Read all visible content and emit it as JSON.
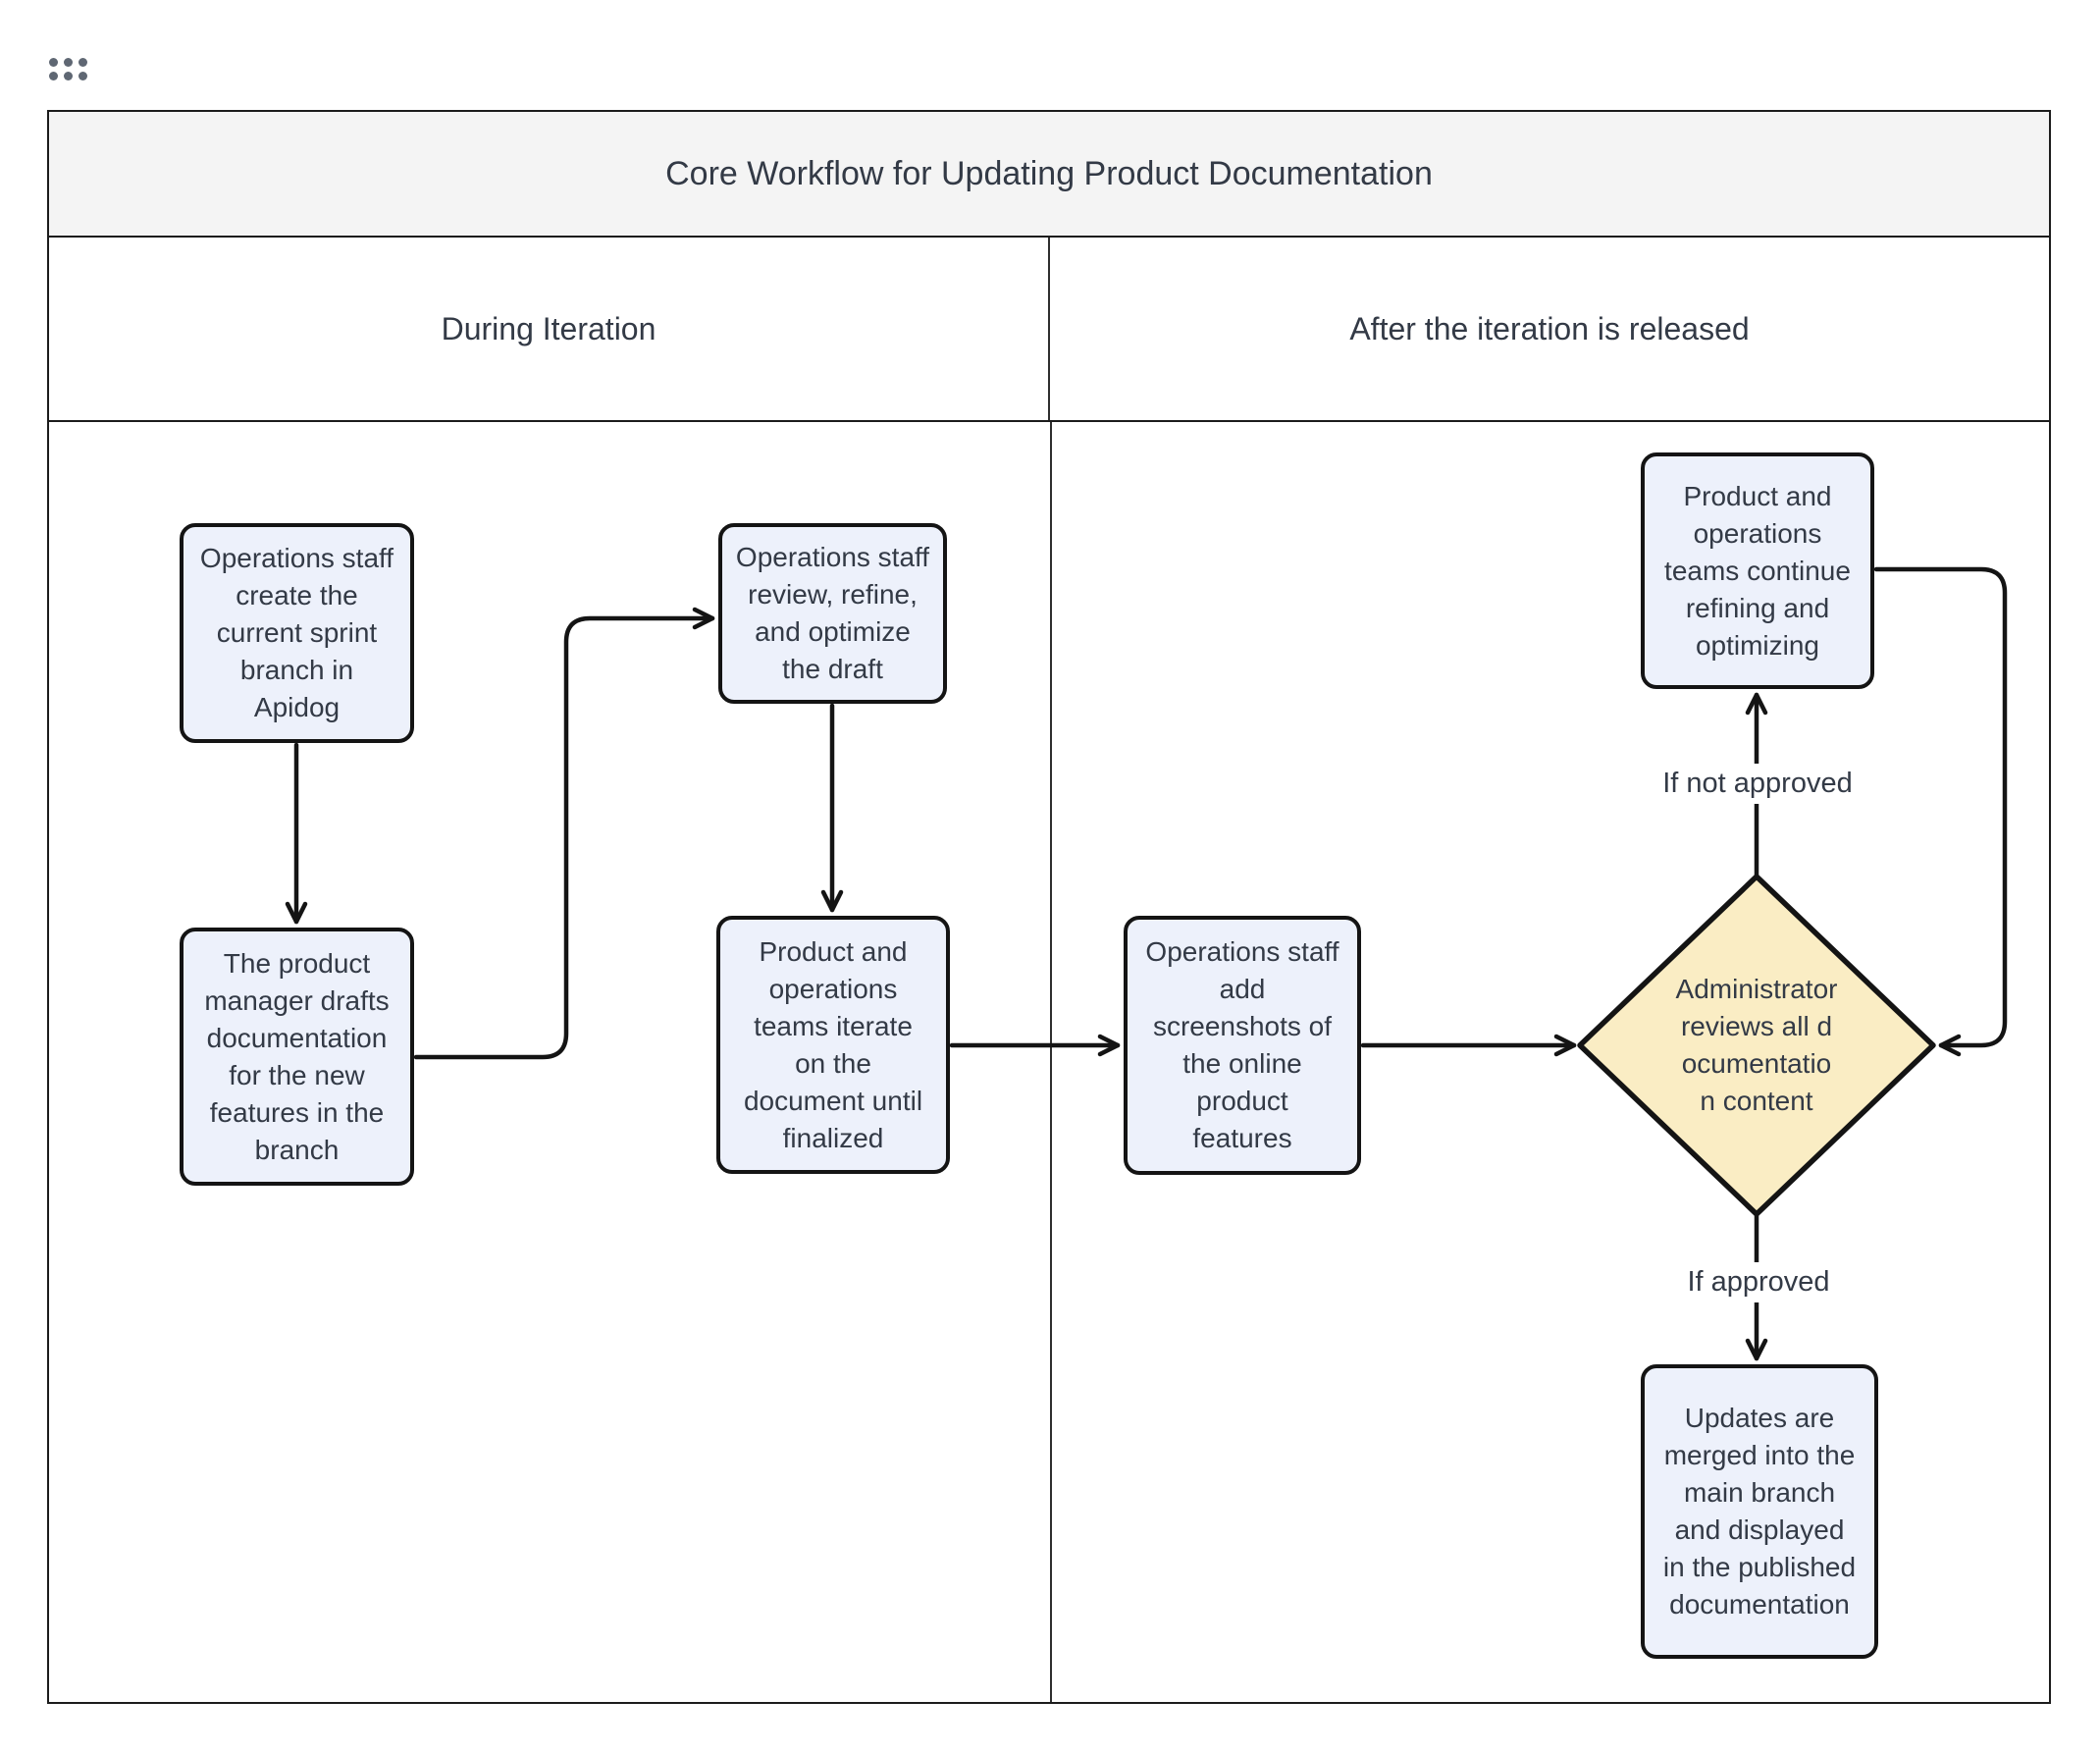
{
  "window": {
    "drag_handle_icon": "six-dot-drag-handle"
  },
  "diagram": {
    "title": "Core Workflow for Updating Product Documentation",
    "lanes": [
      {
        "label": "During Iteration"
      },
      {
        "label": "After the iteration is released"
      }
    ],
    "nodes": {
      "create_branch": {
        "type": "process",
        "label": "Operations staff\ncreate the\ncurrent sprint\nbranch in\nApidog"
      },
      "draft_docs": {
        "type": "process",
        "label": "The product\nmanager drafts\ndocumentation\nfor the new\nfeatures in the\nbranch"
      },
      "review_refine": {
        "type": "process",
        "label": "Operations staff\nreview, refine,\nand optimize\nthe draft"
      },
      "iterate_final": {
        "type": "process",
        "label": "Product and\noperations\nteams iterate\non the\ndocument until\nfinalized"
      },
      "add_screenshots": {
        "type": "process",
        "label": "Operations staff\nadd\nscreenshots of\nthe online\nproduct\nfeatures"
      },
      "admin_review": {
        "type": "decision",
        "label": "Administrator\nreviews all d\nocumentatio\nn content"
      },
      "continue_refine": {
        "type": "process",
        "label": "Product and\noperations\nteams continue\nrefining and\noptimizing"
      },
      "merge_publish": {
        "type": "process",
        "label": "Updates are\nmerged into the\nmain branch\nand displayed\nin the published\ndocumentation"
      }
    },
    "edge_labels": {
      "if_not_approved": "If not approved",
      "if_approved": "If approved"
    },
    "colors": {
      "process_fill": "#edf1fb",
      "decision_fill": "#faedc4",
      "shape_border": "#141414",
      "connector": "#141414",
      "title_bar_bg": "#f4f4f4",
      "text": "#333a46",
      "drag_handle_dots": "#5f6773"
    }
  }
}
